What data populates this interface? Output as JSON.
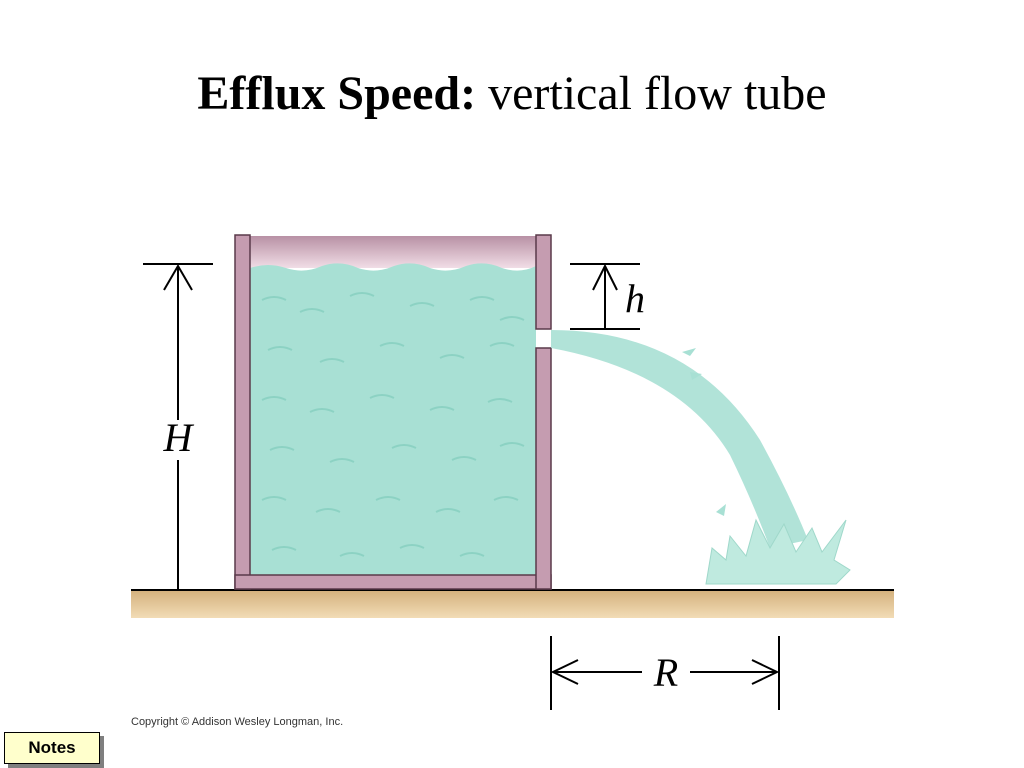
{
  "title": {
    "bold": "Efflux Speed:",
    "rest": " vertical flow tube"
  },
  "labels": {
    "H": "H",
    "h": "h",
    "R": "R"
  },
  "copyright": "Copyright © Addison Wesley Longman, Inc.",
  "notes_button": "Notes",
  "colors": {
    "water": "#a8e0d4",
    "water_dark": "#86cfc0",
    "tank_wall": "#c59cb0",
    "tank_wall_stroke": "#5a3a4a",
    "ground": "#e4c596",
    "notes_bg": "#ffffcc"
  }
}
